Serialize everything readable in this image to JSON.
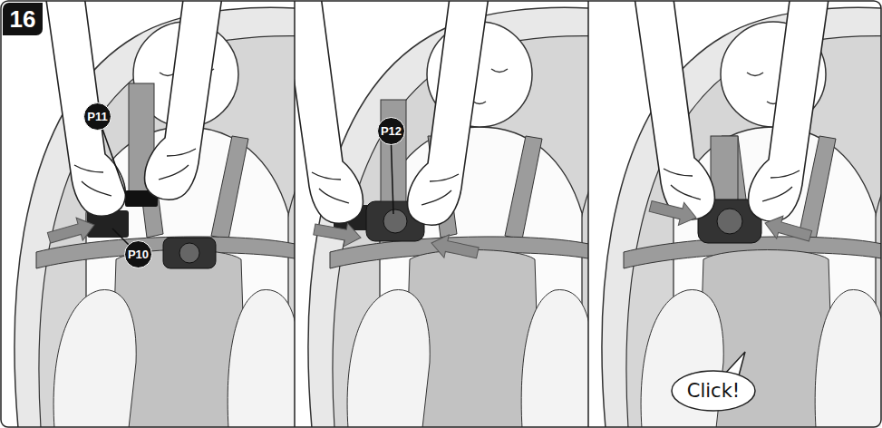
{
  "diagram": {
    "nodes": [
      {
        "text": [
          "16"
        ]
      },
      {
        "text": [
          "P11"
        ]
      },
      {
        "text": [
          "P10"
        ]
      },
      {
        "text": [
          "P12"
        ]
      },
      {
        "text": [
          "Click!"
        ]
      }
    ]
  }
}
